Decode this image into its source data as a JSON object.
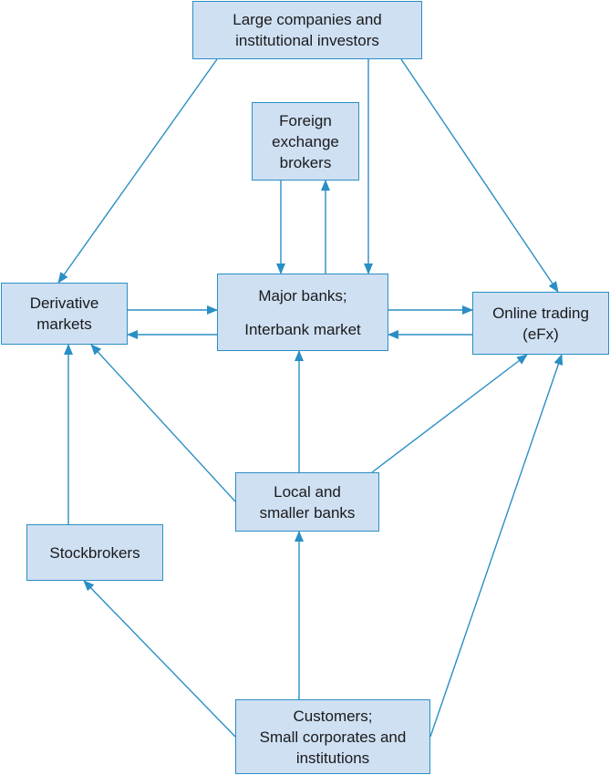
{
  "colors": {
    "box_fill": "#cfe0f3",
    "box_border": "#2a8fc4",
    "arrow": "#2a8fc4",
    "text": "#1a1a1a"
  },
  "nodes": {
    "large_companies": {
      "line1": "Large companies and",
      "line2": "institutional investors"
    },
    "fx_brokers": {
      "line1": "Foreign",
      "line2": "exchange",
      "line3": "brokers"
    },
    "derivative_markets": {
      "line1": "Derivative",
      "line2": "markets"
    },
    "major_banks": {
      "line1": "Major banks;",
      "line2": "Interbank market"
    },
    "online_trading": {
      "line1": "Online trading",
      "line2": "(eFx)"
    },
    "local_banks": {
      "line1": "Local and",
      "line2": "smaller banks"
    },
    "stockbrokers": {
      "line1": "Stockbrokers"
    },
    "customers": {
      "line1": "Customers;",
      "line2": "Small corporates and",
      "line3": "institutions"
    }
  },
  "edges": [
    {
      "from": "Large companies and institutional investors",
      "to": "Derivative markets"
    },
    {
      "from": "Large companies and institutional investors",
      "to": "Major banks; Interbank market"
    },
    {
      "from": "Large companies and institutional investors",
      "to": "Online trading (eFx)"
    },
    {
      "from": "Foreign exchange brokers",
      "to": "Major banks; Interbank market"
    },
    {
      "from": "Major banks; Interbank market",
      "to": "Foreign exchange brokers"
    },
    {
      "from": "Derivative markets",
      "to": "Major banks; Interbank market"
    },
    {
      "from": "Major banks; Interbank market",
      "to": "Derivative markets"
    },
    {
      "from": "Major banks; Interbank market",
      "to": "Online trading (eFx)"
    },
    {
      "from": "Online trading (eFx)",
      "to": "Major banks; Interbank market"
    },
    {
      "from": "Local and smaller banks",
      "to": "Major banks; Interbank market"
    },
    {
      "from": "Local and smaller banks",
      "to": "Derivative markets"
    },
    {
      "from": "Local and smaller banks",
      "to": "Online trading (eFx)"
    },
    {
      "from": "Stockbrokers",
      "to": "Derivative markets"
    },
    {
      "from": "Customers; Small corporates and institutions",
      "to": "Stockbrokers"
    },
    {
      "from": "Customers; Small corporates and institutions",
      "to": "Local and smaller banks"
    },
    {
      "from": "Customers; Small corporates and institutions",
      "to": "Online trading (eFx)"
    }
  ]
}
